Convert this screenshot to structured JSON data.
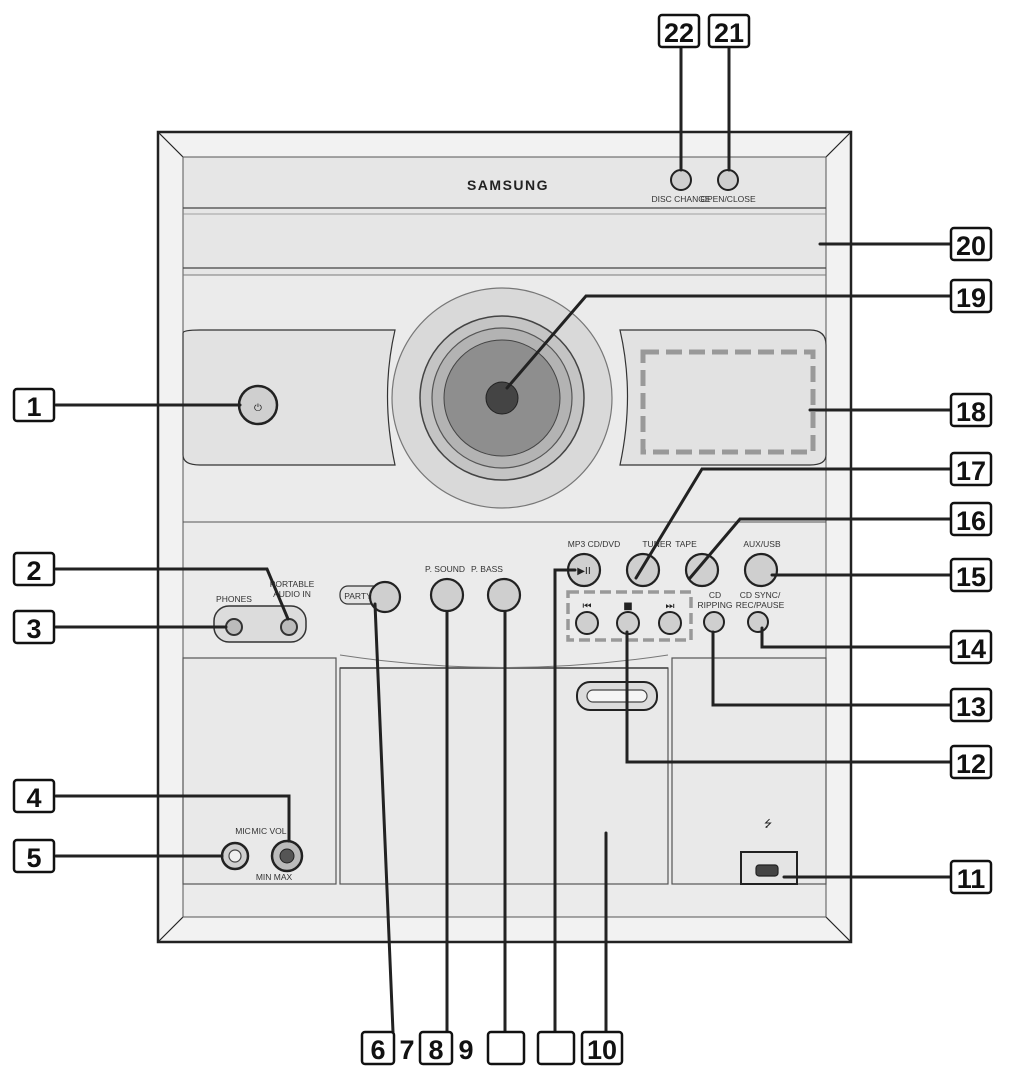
{
  "brand": "SAMSUNG",
  "labels": {
    "disc_change": "DISC CHANGE",
    "open_close": "OPEN/CLOSE",
    "mp3_cd_dvd": "MP3 CD/DVD",
    "tuner": "TUNER",
    "tape": "TAPE",
    "aux_usb": "AUX/USB",
    "cd_ripping_1": "CD",
    "cd_ripping_2": "RIPPING",
    "cd_sync_1": "CD SYNC/",
    "cd_sync_2": "REC/PAUSE",
    "p_sound": "P. SOUND",
    "p_bass": "P. BASS",
    "party": "PARTY",
    "phones": "PHONES",
    "portable_1": "PORTABLE",
    "portable_2": "AUDIO IN",
    "mic": "MIC",
    "mic_vol": "MIC VOL",
    "mic_knob": "MIN MAX"
  },
  "callouts": [
    "1",
    "2",
    "3",
    "4",
    "5",
    "6",
    "7",
    "8",
    "9",
    "10",
    "11",
    "12",
    "13",
    "14",
    "15",
    "16",
    "17",
    "18",
    "19",
    "20",
    "21",
    "22"
  ],
  "empty_boxes": [
    "",
    ""
  ],
  "colors": {
    "line": "#222222",
    "panel": "#eeeeee",
    "panel_dark": "#d6d6d6",
    "box_border": "#111111"
  }
}
